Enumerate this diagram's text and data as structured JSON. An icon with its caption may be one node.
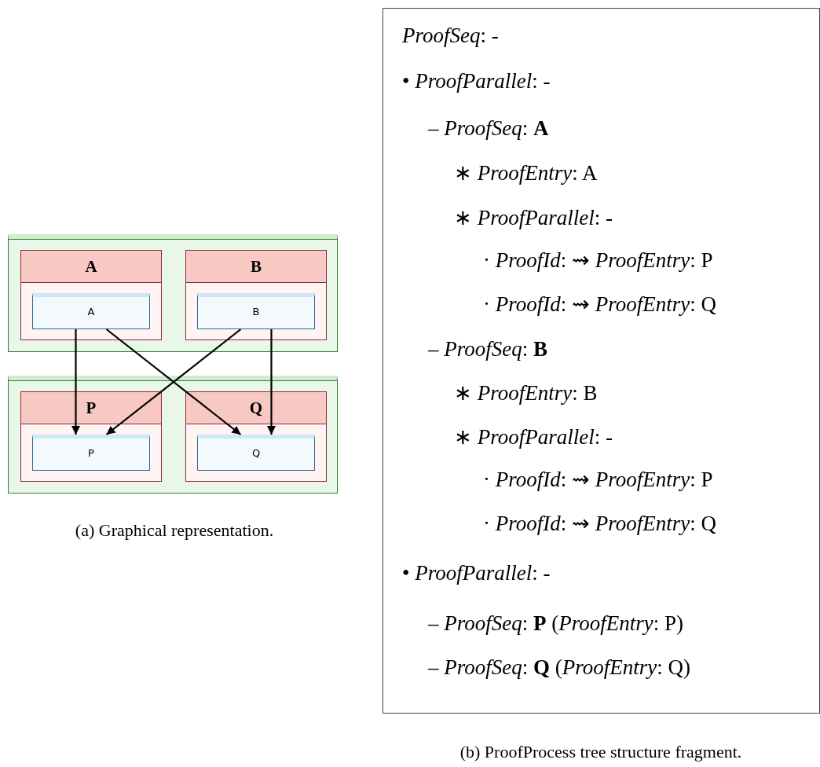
{
  "diagram": {
    "nodes": [
      {
        "text": [],
        "shape": "box"
      },
      {
        "text": [
          "A"
        ],
        "in": 0
      },
      {
        "text": [
          "A"
        ],
        "in": 1
      },
      {
        "text": [
          "B"
        ],
        "in": 0
      },
      {
        "text": [
          "B"
        ],
        "in": 3
      },
      {
        "text": [],
        "shape": "box"
      },
      {
        "text": [
          "P"
        ],
        "in": 5
      },
      {
        "text": [
          "P"
        ],
        "in": 6
      },
      {
        "text": [
          "Q"
        ],
        "in": 5
      },
      {
        "text": [
          "Q"
        ],
        "in": 8
      },
      {
        "text": [
          "*ProofSeq*: -",
          "• *ProofParallel*: -",
          "– *ProofSeq*: **A**",
          "∗ *ProofEntry*: A",
          "∗ *ProofParallel*: -",
          "· *ProofId*: ⇝ *ProofEntry*: P",
          "· *ProofId*: ⇝ *ProofEntry*: Q",
          "– *ProofSeq*: **B**",
          "∗ *ProofEntry*: B",
          "∗ *ProofParallel*: -",
          "· *ProofId*: ⇝ *ProofEntry*: P",
          "· *ProofId*: ⇝ *ProofEntry*: Q",
          "• *ProofParallel*: -",
          "– *ProofSeq*: **P** (*ProofEntry*: P)",
          "– *ProofSeq*: **Q** (*ProofEntry*: Q)"
        ]
      }
    ],
    "edges": [
      {
        "from": 2,
        "to": 7,
        "arrow": "to"
      },
      {
        "from": 2,
        "to": 9,
        "arrow": "to"
      },
      {
        "from": 4,
        "to": 7,
        "arrow": "to"
      },
      {
        "from": 4,
        "to": 9,
        "arrow": "to"
      }
    ],
    "labels": [
      "(a) Graphical representation.",
      "(b) ProofProcess tree structure fragment."
    ]
  }
}
